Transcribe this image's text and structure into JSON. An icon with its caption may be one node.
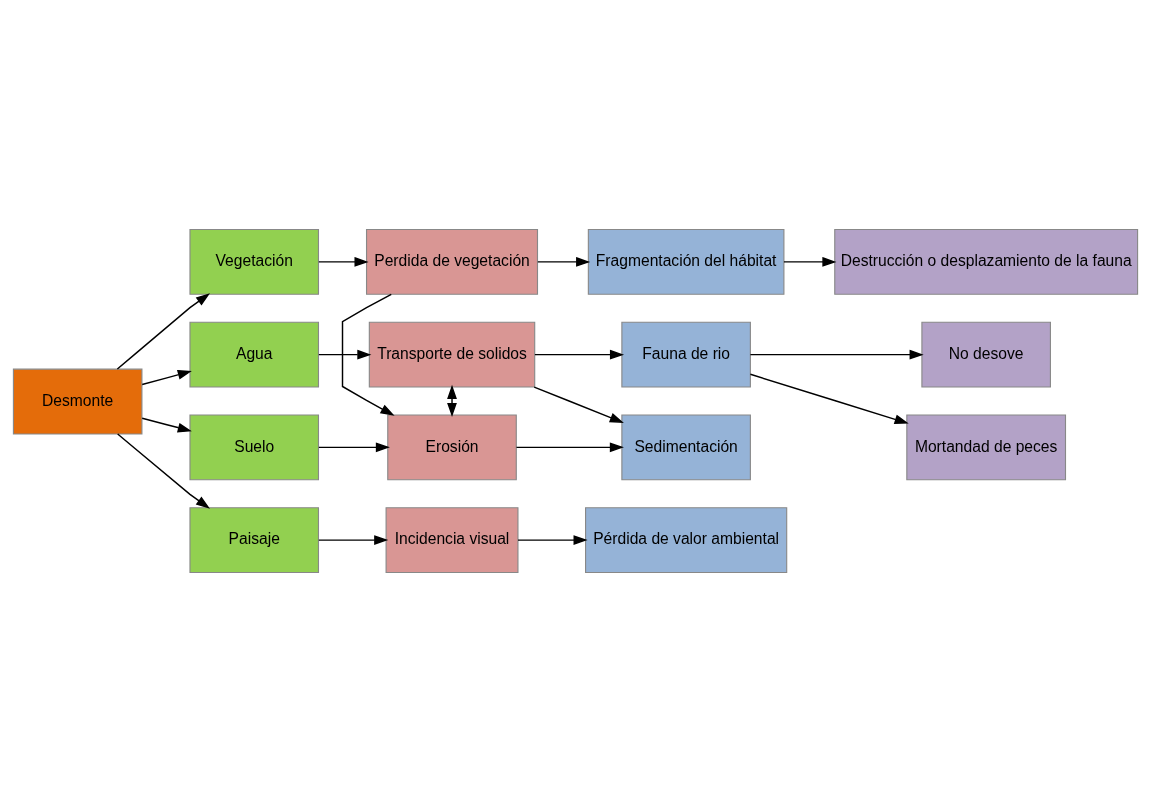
{
  "diagram": {
    "nodes": [
      {
        "text": [
          "Desmonte"
        ]
      },
      {
        "text": [
          "Suelo"
        ]
      },
      {
        "text": [
          "Erosión"
        ]
      },
      {
        "text": [
          "Sedimentación"
        ]
      },
      {
        "text": [
          "Vegetación"
        ]
      },
      {
        "text": [
          "Perdida de vegetación"
        ]
      },
      {
        "text": [
          "Fragmentación del hábitat"
        ]
      },
      {
        "text": [
          "Destrucción o desplazamiento de la fauna"
        ]
      },
      {
        "text": [
          "Mortandad de peces"
        ]
      },
      {
        "text": [
          "Agua"
        ]
      },
      {
        "text": [
          "Transporte de solidos"
        ]
      },
      {
        "text": [
          "Fauna de rio"
        ]
      },
      {
        "text": [
          "No desove"
        ]
      },
      {
        "text": [
          "Paisaje"
        ]
      },
      {
        "text": [
          "Incidencia visual"
        ]
      },
      {
        "text": [
          "Pérdida de valor ambiental"
        ]
      }
    ],
    "edges": [
      {
        "from": 0,
        "to": 1,
        "arrow": "to"
      },
      {
        "from": 0,
        "to": 4,
        "arrow": "to"
      },
      {
        "from": 0,
        "to": 9,
        "arrow": "to"
      },
      {
        "from": 0,
        "to": 13,
        "arrow": "to"
      },
      {
        "from": 1,
        "to": 2,
        "arrow": "to"
      },
      {
        "from": 2,
        "to": 3,
        "arrow": "to"
      },
      {
        "from": 10,
        "to": 2,
        "arrow": "both"
      },
      {
        "from": 5,
        "to": 2,
        "arrow": "to"
      },
      {
        "from": 4,
        "to": 5,
        "arrow": "to"
      },
      {
        "from": 5,
        "to": 6,
        "arrow": "to"
      },
      {
        "from": 6,
        "to": 7,
        "arrow": "to"
      },
      {
        "from": 10,
        "to": 3,
        "arrow": "to"
      },
      {
        "from": 9,
        "to": 10,
        "arrow": "to"
      },
      {
        "from": 10,
        "to": 11,
        "arrow": "to"
      },
      {
        "from": 11,
        "to": 8,
        "arrow": "to"
      },
      {
        "from": 11,
        "to": 12,
        "arrow": "to"
      },
      {
        "from": 13,
        "to": 14,
        "arrow": "to"
      },
      {
        "from": 14,
        "to": 15,
        "arrow": "to"
      }
    ]
  }
}
